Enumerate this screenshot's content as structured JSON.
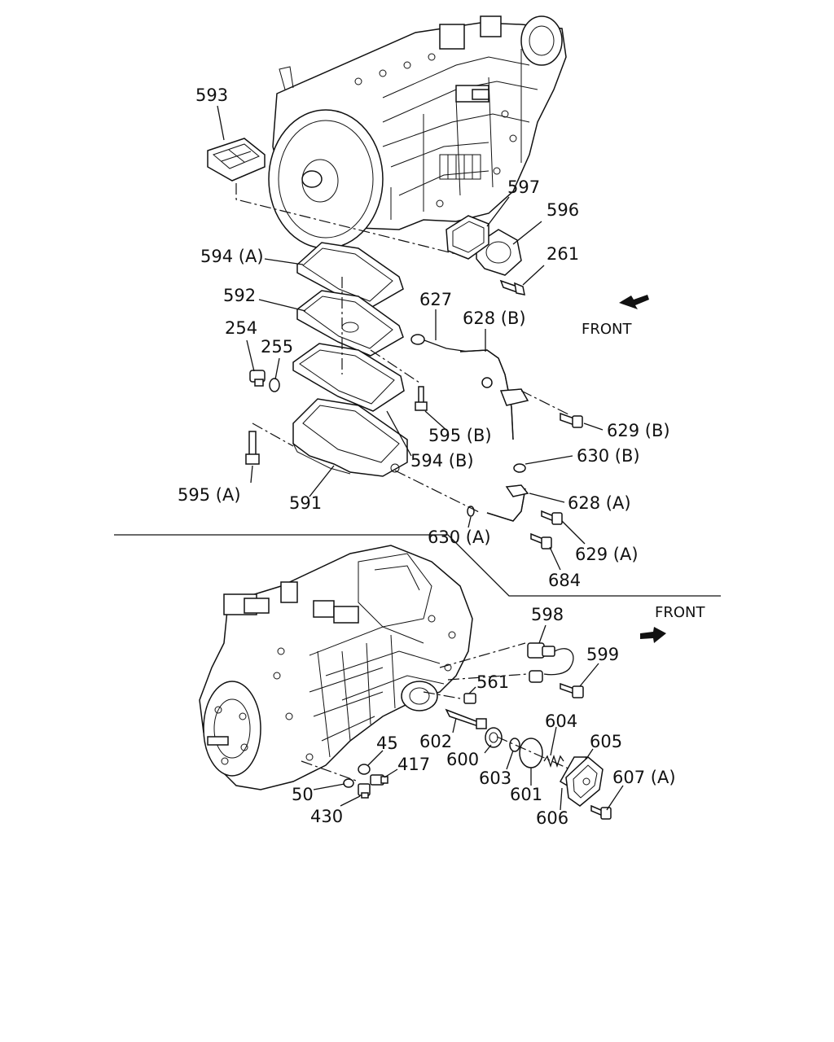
{
  "upper_view": {
    "front_label": "FRONT",
    "callouts": [
      {
        "id": "593",
        "text": "593"
      },
      {
        "id": "597",
        "text": "597"
      },
      {
        "id": "596",
        "text": "596"
      },
      {
        "id": "261",
        "text": "261"
      },
      {
        "id": "594a",
        "text": "594 (A)"
      },
      {
        "id": "592",
        "text": "592"
      },
      {
        "id": "627",
        "text": "627"
      },
      {
        "id": "628b",
        "text": "628 (B)"
      },
      {
        "id": "254",
        "text": "254"
      },
      {
        "id": "255",
        "text": "255"
      },
      {
        "id": "595b",
        "text": "595 (B)"
      },
      {
        "id": "594b",
        "text": "594 (B)"
      },
      {
        "id": "629b",
        "text": "629 (B)"
      },
      {
        "id": "630b",
        "text": "630 (B)"
      },
      {
        "id": "595a",
        "text": "595 (A)"
      },
      {
        "id": "591",
        "text": "591"
      },
      {
        "id": "628a",
        "text": "628 (A)"
      },
      {
        "id": "630a",
        "text": "630 (A)"
      },
      {
        "id": "629a",
        "text": "629 (A)"
      },
      {
        "id": "684",
        "text": "684"
      }
    ]
  },
  "lower_view": {
    "front_label": "FRONT",
    "callouts": [
      {
        "id": "598",
        "text": "598"
      },
      {
        "id": "599",
        "text": "599"
      },
      {
        "id": "561",
        "text": "561"
      },
      {
        "id": "604",
        "text": "604"
      },
      {
        "id": "605",
        "text": "605"
      },
      {
        "id": "45",
        "text": "45"
      },
      {
        "id": "417",
        "text": "417"
      },
      {
        "id": "602",
        "text": "602"
      },
      {
        "id": "600",
        "text": "600"
      },
      {
        "id": "603",
        "text": "603"
      },
      {
        "id": "601",
        "text": "601"
      },
      {
        "id": "607a",
        "text": "607 (A)"
      },
      {
        "id": "606",
        "text": "606"
      },
      {
        "id": "50",
        "text": "50"
      },
      {
        "id": "430",
        "text": "430"
      }
    ]
  }
}
